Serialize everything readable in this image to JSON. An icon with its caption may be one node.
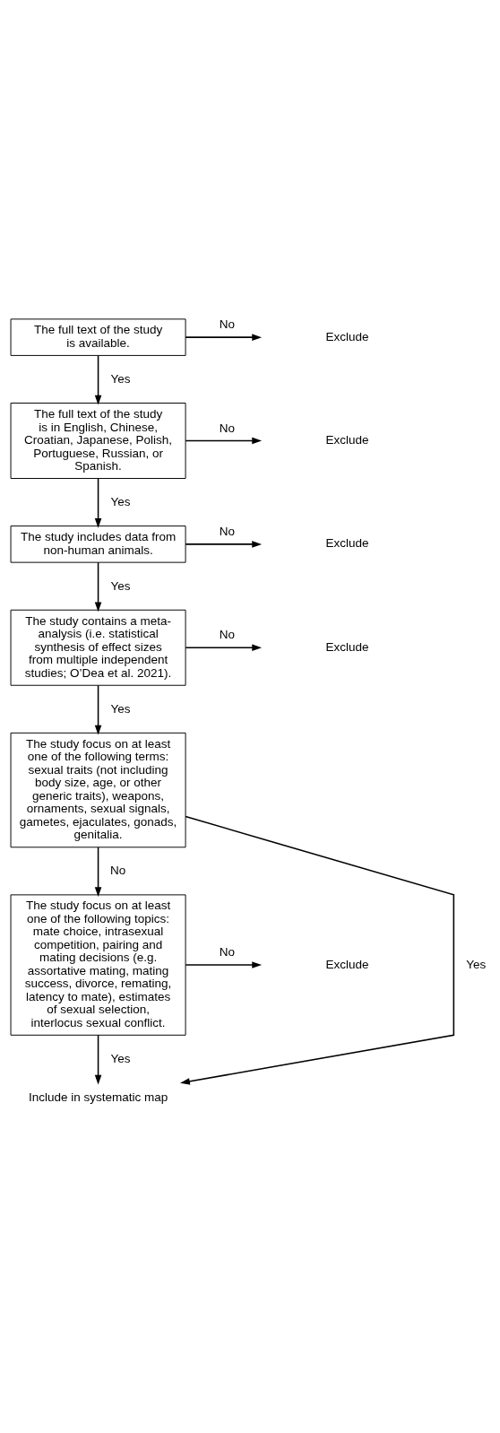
{
  "diagram": {
    "nodes": [
      {
        "text": [
          "The full text of the study is available."
        ]
      },
      {
        "text": [
          "Exclude"
        ]
      },
      {
        "text": [
          "The full text of the study is in English, Chinese, Croatian, Japanese, Polish, Portuguese, Russian, or Spanish."
        ]
      },
      {
        "text": [
          "Exclude"
        ]
      },
      {
        "text": [
          "The study includes data from non-human animals."
        ]
      },
      {
        "text": [
          "Exclude"
        ]
      },
      {
        "text": [
          "The study contains a meta-analysis (i.e. statistical synthesis of effect sizes from multiple independent studies; O’Dea et al. 2021)."
        ]
      },
      {
        "text": [
          "Exclude"
        ]
      },
      {
        "text": [
          "The study focus on at least one of the following terms: sexual traits (not including body size, age, or other generic traits), weapons, ornaments, sexual signals, gametes, ejaculates, gonads, genitalia."
        ]
      },
      {
        "text": [
          "The study focus on at least one of the following topics: mate choice, intrasexual competition, pairing and mating decisions (e.g. assortative mating, mating success, divorce, remating, latency to mate), estimates of sexual selection, interlocus sexual conflict."
        ]
      },
      {
        "text": [
          "Exclude"
        ]
      },
      {
        "text": [
          "Include in systematic map"
        ]
      }
    ],
    "edges": [
      {
        "from": 0,
        "to": 1,
        "arrow": "to",
        "label": "No"
      },
      {
        "from": 0,
        "to": 2,
        "arrow": "to",
        "label": "Yes"
      },
      {
        "from": 2,
        "to": 3,
        "arrow": "to",
        "label": "No"
      },
      {
        "from": 2,
        "to": 4,
        "arrow": "to",
        "label": "Yes"
      },
      {
        "from": 4,
        "to": 5,
        "arrow": "to",
        "label": "No"
      },
      {
        "from": 4,
        "to": 6,
        "arrow": "to",
        "label": "Yes"
      },
      {
        "from": 6,
        "to": 7,
        "arrow": "to",
        "label": "No"
      },
      {
        "from": 6,
        "to": 8,
        "arrow": "to",
        "label": "Yes"
      },
      {
        "from": 8,
        "to": 11,
        "arrow": "to",
        "label": "Yes"
      },
      {
        "from": 8,
        "to": 9,
        "arrow": "to",
        "label": "No"
      },
      {
        "from": 9,
        "to": 10,
        "arrow": "to",
        "label": "No"
      },
      {
        "from": 9,
        "to": 11,
        "arrow": "to",
        "label": "Yes"
      }
    ]
  }
}
